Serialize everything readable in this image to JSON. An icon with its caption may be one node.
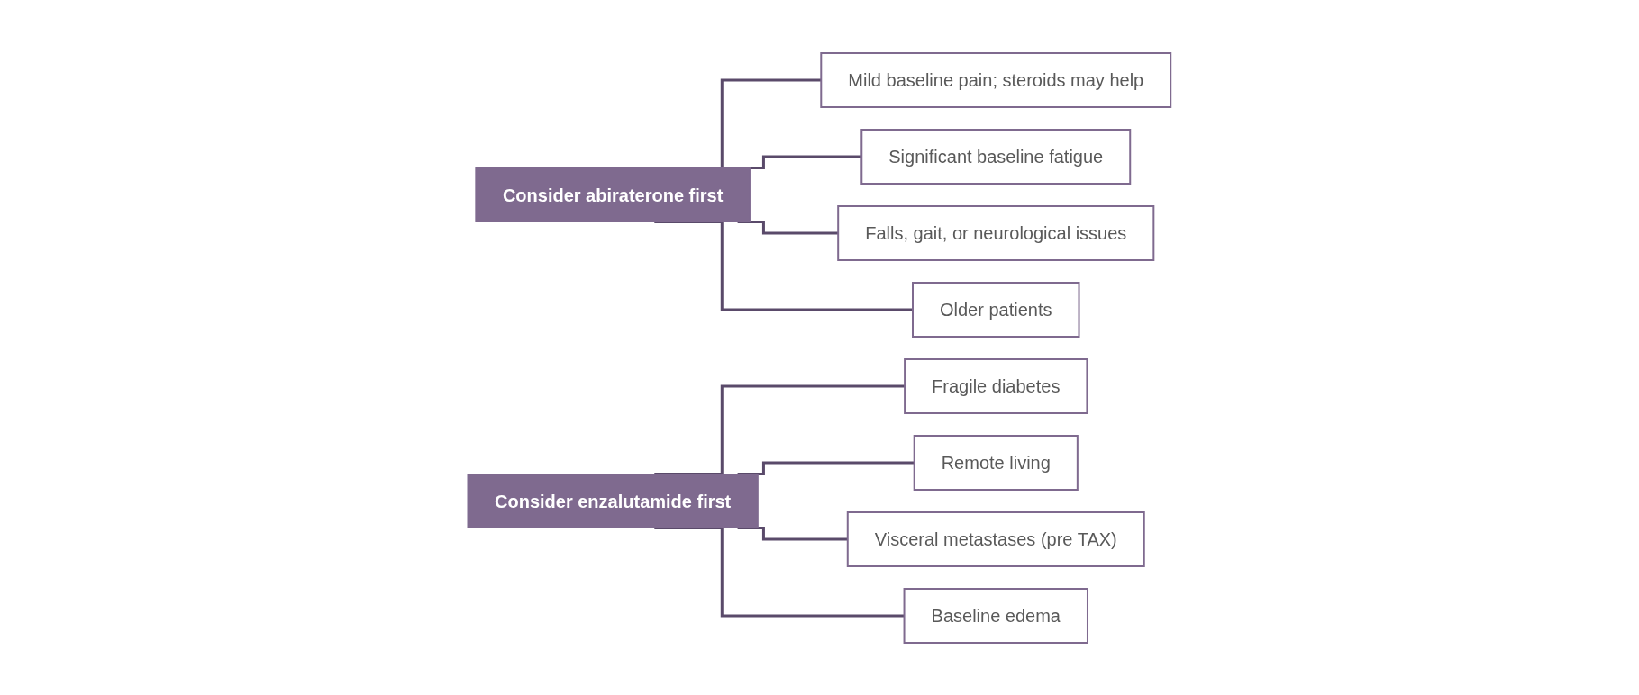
{
  "diagram": {
    "nodes": [
      {
        "text": [
          "Consider abiraterone first"
        ]
      },
      {
        "text": [
          "Mild baseline pain; steroids may help"
        ]
      },
      {
        "text": [
          "Significant baseline fatigue"
        ]
      },
      {
        "text": [
          "Falls, gait, or neurological issues"
        ]
      },
      {
        "text": [
          "Older patients"
        ]
      },
      {
        "text": [
          "Consider enzalutamide first"
        ]
      },
      {
        "text": [
          "Fragile diabetes"
        ]
      },
      {
        "text": [
          "Remote living"
        ]
      },
      {
        "text": [
          "Visceral metastases (pre TAX)"
        ]
      },
      {
        "text": [
          "Baseline edema"
        ]
      }
    ],
    "edges": [
      {
        "from": 0,
        "to": 1,
        "arrow": "none"
      },
      {
        "from": 0,
        "to": 2,
        "arrow": "none"
      },
      {
        "from": 0,
        "to": 3,
        "arrow": "none"
      },
      {
        "from": 0,
        "to": 4,
        "arrow": "none"
      },
      {
        "from": 5,
        "to": 6,
        "arrow": "none"
      },
      {
        "from": 5,
        "to": 7,
        "arrow": "none"
      },
      {
        "from": 5,
        "to": 8,
        "arrow": "none"
      },
      {
        "from": 5,
        "to": 9,
        "arrow": "none"
      }
    ]
  }
}
